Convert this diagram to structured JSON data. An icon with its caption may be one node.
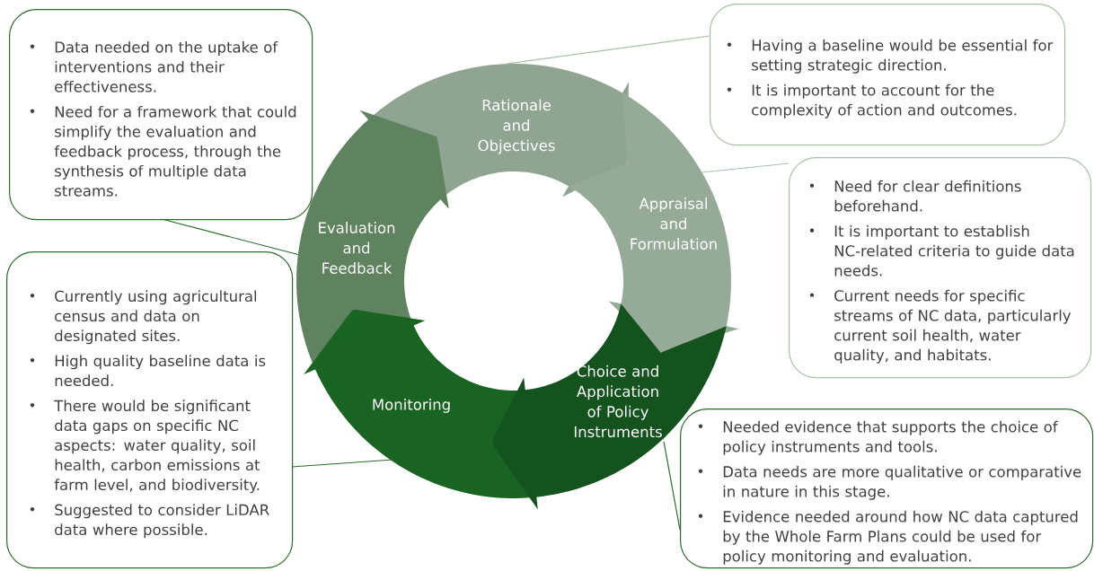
{
  "diagram": {
    "nodes": [
      {
        "text": [
          "Data needed on the uptake of interventions and their effectiveness.",
          "Need for a framework that could simplify the evaluation and feedback process, through the synthesis of multiple data streams."
        ]
      },
      {
        "text": [
          "Having a baseline would be essential for setting strategic direction.",
          "It is important to account for the complexity of action and outcomes."
        ]
      },
      {
        "text": [
          "Rationale and Objectives"
        ]
      },
      {
        "text": [
          "Appraisal and Formulation"
        ]
      },
      {
        "text": [
          "Evaluation and Feedback"
        ]
      },
      {
        "text": [
          "Need for clear definitions beforehand.",
          "It is important to establish NC-related criteria to guide data needs.",
          "Current needs for specific streams of NC data, particularly current soil health, water quality, and habitats."
        ]
      },
      {
        "text": [
          "Currently using agricultural census and data on designated sites.",
          "High quality baseline data is needed.",
          "There would be significant data gaps on specific NC aspects: water quality, soil health, carbon emissions at farm level, and biodiversity.",
          "Suggested to consider LiDAR data where possible."
        ]
      },
      {
        "text": [
          "Monitoring"
        ]
      },
      {
        "text": [
          "Choice and Application of Policy Instruments"
        ]
      },
      {
        "text": [
          "Needed evidence that supports the choice of policy instruments and tools.",
          "Data needs are more qualitative or comparative in nature in this stage.",
          "Evidence needed around how NC data captured by the Whole Farm Plans could be used for policy monitoring and evaluation."
        ]
      }
    ],
    "edges": [
      {
        "from": 0,
        "to": 4,
        "arrow": "none"
      },
      {
        "from": 1,
        "to": 2,
        "arrow": "none",
        "color": "#a9bfa9"
      },
      {
        "from": 5,
        "to": 3,
        "arrow": "none",
        "color": "#a9bfa9"
      },
      {
        "from": 6,
        "to": 7,
        "arrow": "none"
      },
      {
        "from": 9,
        "to": 8,
        "arrow": "none"
      }
    ]
  }
}
